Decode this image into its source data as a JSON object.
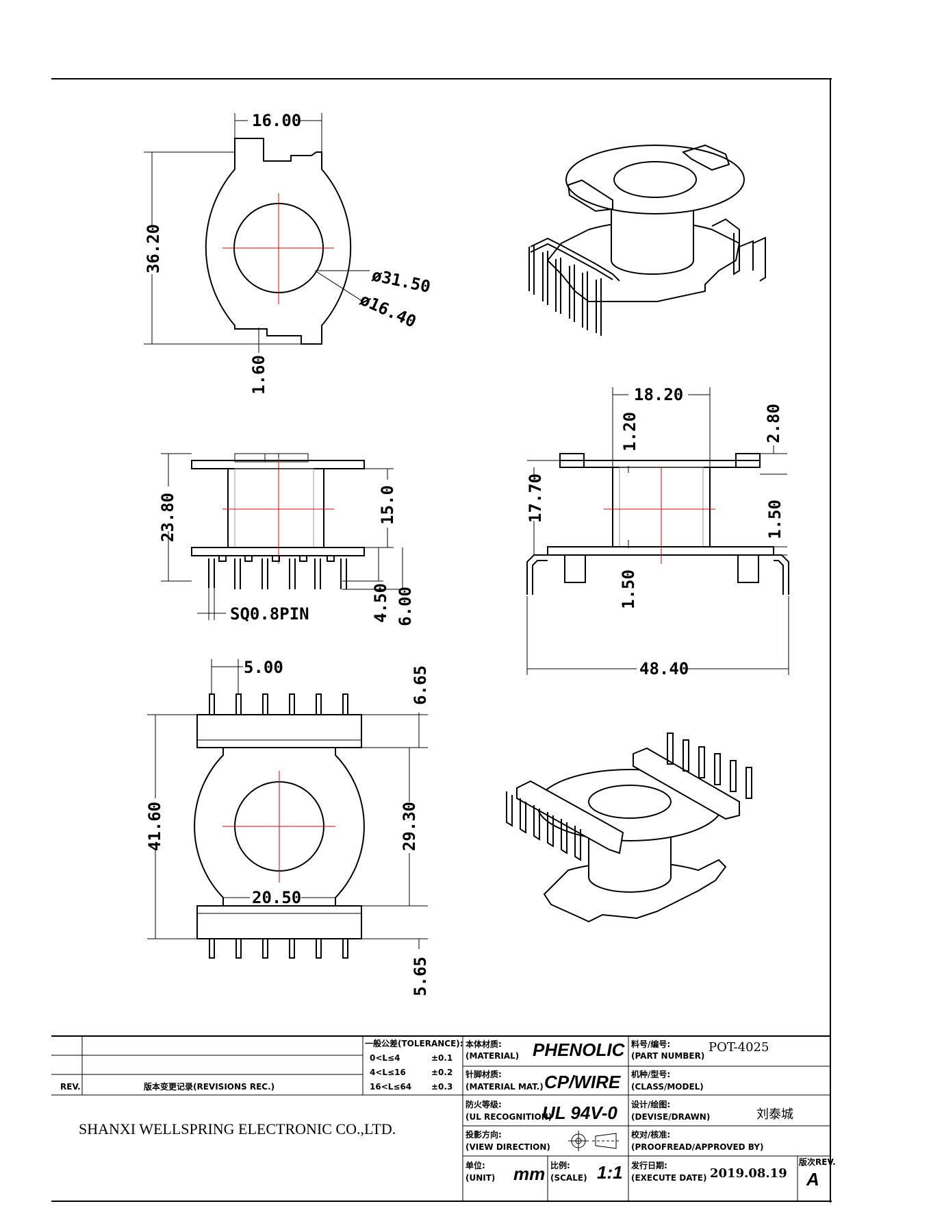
{
  "dimensions": {
    "top_width": "16.00",
    "top_height": "36.20",
    "top_outer_dia": "ø31.50",
    "top_inner_dia": "ø16.40",
    "top_notch": "1.60",
    "side_height": "23.80",
    "side_winding": "15.0",
    "side_pin_a": "4.50",
    "side_pin_b": "6.00",
    "pin_size": "SQ0.8PIN",
    "front_width": "18.20",
    "front_flange_top": "1.20",
    "front_tab": "2.80",
    "front_height": "17.70",
    "front_flange_right": "1.50",
    "front_flange_bottom": "1.50",
    "front_total_width": "48.40",
    "bottom_pitch": "5.00",
    "bottom_pin_top": "6.65",
    "bottom_height": "41.60",
    "bottom_body": "29.30",
    "bottom_width": "20.50",
    "bottom_pin_bottom": "5.65"
  },
  "title_block": {
    "rev_label": "REV.",
    "revisions_label": "版本变更记录(REVISIONS REC.)",
    "tolerance_title": "一般公差(TOLERANCE):",
    "tolerance_rows": [
      {
        "range": "0<L≤4",
        "value": "±0.1"
      },
      {
        "range": "4<L≤16",
        "value": "±0.2"
      },
      {
        "range": "16<L≤64",
        "value": "±0.3"
      }
    ],
    "material_cn": "本体材质:",
    "material_en": "(MATERIAL)",
    "material_value": "PHENOLIC",
    "pin_material_cn": "针脚材质:",
    "pin_material_en": "(MATERIAL MAT.)",
    "pin_material_value": "CP/WIRE",
    "ul_cn": "防火等级:",
    "ul_en": "(UL RECOGNITION)",
    "ul_value": "UL 94V-0",
    "view_cn": "投影方向:",
    "view_en": "(VIEW DIRECTION)",
    "unit_cn": "单位:",
    "unit_en": "(UNIT)",
    "unit_value": "mm",
    "scale_cn": "比例:",
    "scale_en": "(SCALE)",
    "scale_value": "1:1",
    "part_cn": "料号/编号:",
    "part_en": "(PART NUMBER)",
    "part_value": "POT-4025",
    "class_cn": "机种/型号:",
    "class_en": "(CLASS/MODEL)",
    "drawn_cn": "设计/绘图:",
    "drawn_en": "(DEVISE/DRAWN)",
    "drawn_value": "刘泰城",
    "proof_cn": "校对/核准:",
    "proof_en": "(PROOFREAD/APPROVED BY)",
    "date_cn": "发行日期:",
    "date_en": "(EXECUTE DATE)",
    "date_value": "2019.08.19",
    "ver_label": "版次REV.",
    "ver_value": "A",
    "company": "SHANXI WELLSPRING ELECTRONIC CO.,LTD."
  }
}
